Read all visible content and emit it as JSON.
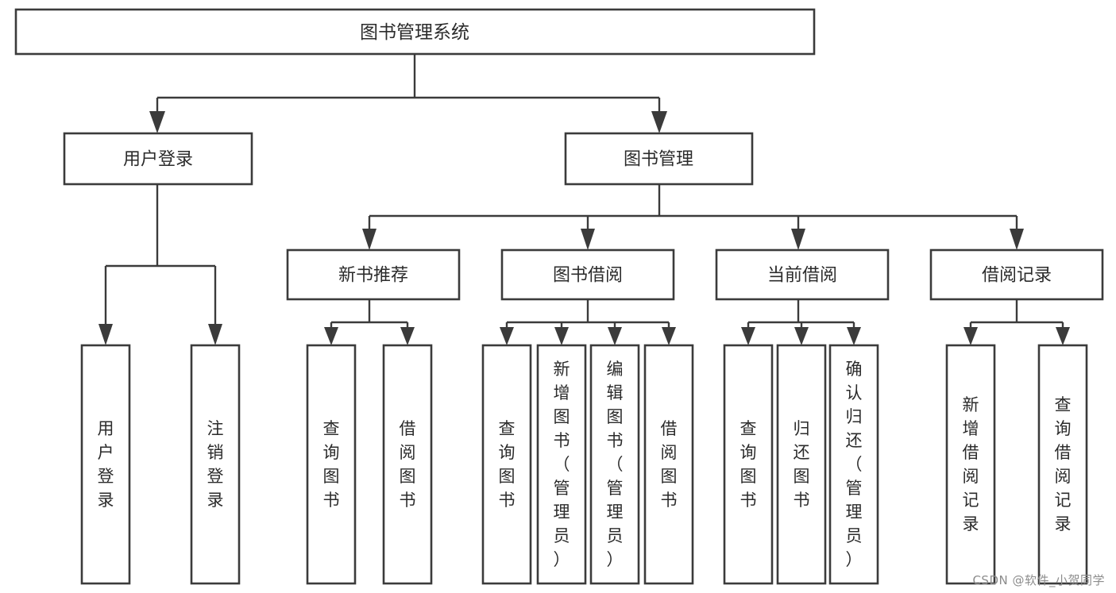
{
  "diagram": {
    "type": "tree-hierarchy",
    "title": "图书管理系统",
    "root": {
      "id": "root",
      "label": "图书管理系统",
      "orientation": "horizontal"
    },
    "level2": [
      {
        "id": "user-login",
        "label": "用户登录",
        "orientation": "horizontal"
      },
      {
        "id": "book-manage",
        "label": "图书管理",
        "orientation": "horizontal"
      }
    ],
    "level3": [
      {
        "id": "new-book-recommend",
        "label": "新书推荐",
        "orientation": "horizontal"
      },
      {
        "id": "book-borrow",
        "label": "图书借阅",
        "orientation": "horizontal"
      },
      {
        "id": "current-borrow",
        "label": "当前借阅",
        "orientation": "horizontal"
      },
      {
        "id": "borrow-record",
        "label": "借阅记录",
        "orientation": "horizontal"
      }
    ],
    "leaves": [
      {
        "id": "leaf-user-login",
        "label": "用户登录",
        "parent": "user-login",
        "orientation": "vertical"
      },
      {
        "id": "leaf-logout-login",
        "label": "注销登录",
        "parent": "user-login",
        "orientation": "vertical"
      },
      {
        "id": "leaf-query-book-1",
        "label": "查询图书",
        "parent": "new-book-recommend",
        "orientation": "vertical"
      },
      {
        "id": "leaf-borrow-book-1",
        "label": "借阅图书",
        "parent": "new-book-recommend",
        "orientation": "vertical"
      },
      {
        "id": "leaf-query-book-2",
        "label": "查询图书",
        "parent": "book-borrow",
        "orientation": "vertical"
      },
      {
        "id": "leaf-add-book",
        "label": "新增图书（管理员）",
        "parent": "book-borrow",
        "orientation": "vertical"
      },
      {
        "id": "leaf-edit-book",
        "label": "编辑图书（管理员）",
        "parent": "book-borrow",
        "orientation": "vertical"
      },
      {
        "id": "leaf-borrow-book-2",
        "label": "借阅图书",
        "parent": "book-borrow",
        "orientation": "vertical"
      },
      {
        "id": "leaf-query-book-3",
        "label": "查询图书",
        "parent": "current-borrow",
        "orientation": "vertical"
      },
      {
        "id": "leaf-return-book",
        "label": "归还图书",
        "parent": "current-borrow",
        "orientation": "vertical"
      },
      {
        "id": "leaf-confirm-return",
        "label": "确认归还（管理员）",
        "parent": "current-borrow",
        "orientation": "vertical"
      },
      {
        "id": "leaf-add-record",
        "label": "新增借阅记录",
        "parent": "borrow-record",
        "orientation": "vertical"
      },
      {
        "id": "leaf-query-record",
        "label": "查询借阅记录",
        "parent": "borrow-record",
        "orientation": "vertical"
      }
    ],
    "colors": {
      "stroke": "#3b3b3b",
      "fill": "#ffffff",
      "text": "#2b2b2b",
      "watermark": "#8c8c8c"
    }
  },
  "watermark": {
    "text": "CSDN @软件_小贺同学"
  }
}
